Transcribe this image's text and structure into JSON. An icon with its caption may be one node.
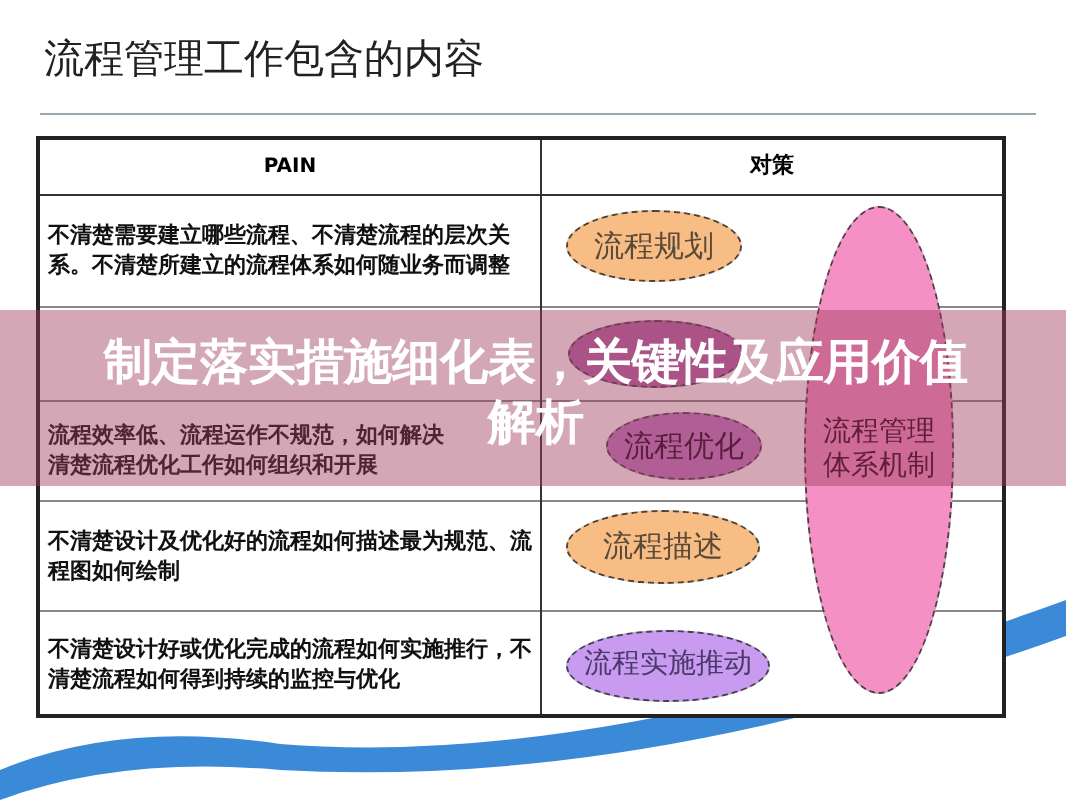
{
  "diagram": {
    "title": "流程管理工作包含的内容",
    "nodes": [
      {
        "text": [
          "流程规划"
        ]
      },
      {
        "text": [
          "流程管理体系机制"
        ]
      },
      {
        "text": [],
        "shape": "ellipse"
      },
      {
        "text": [
          "流程优化"
        ]
      },
      {
        "text": [
          "流程描述"
        ]
      },
      {
        "text": [
          "流程实施推动"
        ]
      }
    ],
    "labels": [
      "PAIN",
      "对策",
      "不清楚需要建立哪些流程、不清楚流程的层次关系。不清楚所建立的流程体系如何随业务而调整",
      "流程效率低、流程运作不规范，如何解决",
      "清楚流程优化工作如何组织和开展",
      "不清楚设计及优化好的流程如何描述最为规范、流程图如何绘制",
      "不清楚设计好或优化完成的流程如何实施推行，不清楚流程如何得到持续的监控与优化",
      "制定落实措施细化表，关键性及应用价值解析"
    ]
  }
}
